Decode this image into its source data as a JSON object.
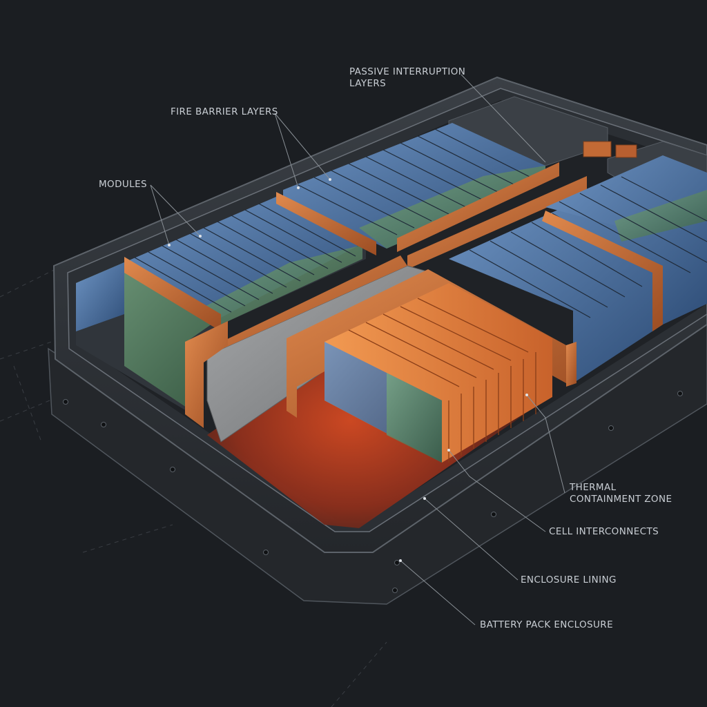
{
  "colors": {
    "background": "#1b1e22",
    "enclosure": "#2d3136",
    "cell_blue": "#4a6f9c",
    "cell_green": "#4f7a5c",
    "barrier_copper": "#c26a35",
    "fire_panel_gray": "#8c8e90",
    "hot_zone": "#d7562a",
    "label_text": "#c9ced4",
    "leader_line": "#8a9096"
  },
  "callouts": {
    "passive_interruption": [
      "PASSIVE INTERRUPTION",
      "LAYERS"
    ],
    "fire_barrier": "FIRE BARRIER LAYERS",
    "modules": "MODULES",
    "thermal_containment": [
      "THERMAL",
      "CONTAINMENT ZONE"
    ],
    "cell_interconnects": "CELL INTERCONNECTS",
    "enclosure_lining": "ENCLOSURE LINING",
    "battery_pack_enclosure": "BATTERY PACK ENCLOSURE"
  }
}
